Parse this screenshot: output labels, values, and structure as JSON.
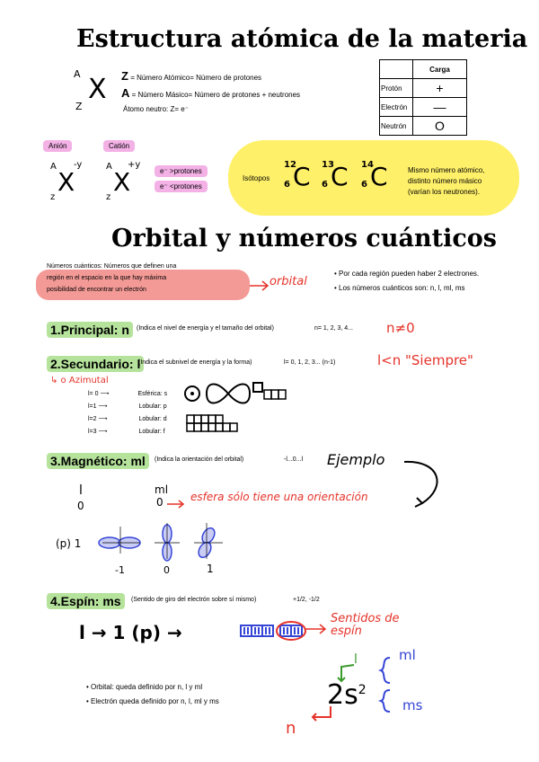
{
  "title1": "Estructura atómica de la materia",
  "notation": {
    "A": "A",
    "X": "X",
    "Z": "Z",
    "z_def": "= Número  Atómico= Número de protones",
    "a_def": "= Número Másico= Número de protones + neutrones",
    "neutral": "Átomo neutro: Z= e⁻"
  },
  "charge_table": {
    "header": "Carga",
    "rows": [
      {
        "particle": "Protón",
        "charge": "+"
      },
      {
        "particle": "Electrón",
        "charge": "—"
      },
      {
        "particle": "Neutrón",
        "charge": "O"
      }
    ]
  },
  "ions": {
    "anion_label": "Anión",
    "cation_label": "Catión",
    "anion_sup": "-y",
    "cation_sup": "+y",
    "e_gt": "e⁻ >protones",
    "e_lt": "e⁻ <protones"
  },
  "isotopes": {
    "label": "Isótopos",
    "items": [
      {
        "mass": "12",
        "z": "6",
        "symbol": "C"
      },
      {
        "mass": "13",
        "z": "6",
        "symbol": "C"
      },
      {
        "mass": "14",
        "z": "6",
        "symbol": "C"
      }
    ],
    "desc1": "Mismo número atómico,",
    "desc2": "distinto número másico",
    "desc3": "(varían los neutrones)."
  },
  "title2": "Orbital y números cuánticos",
  "qn_intro": {
    "line1": "Números cuánticos: Números que definen una",
    "line2": "región en el espacio en la que hay máxima",
    "line3": "posibilidad de encontrar un electrón",
    "orbital_note": "orbital",
    "bullet1": "Por cada región pueden haber 2 electrones.",
    "bullet2": "Los números cuánticos son: n, l, ml, ms"
  },
  "principal": {
    "title": "1.Principal: n",
    "desc": "(Indica el nivel de energía y el tamaño del orbital)",
    "values": "n= 1, 2, 3, 4...",
    "note": "n≠0"
  },
  "secundario": {
    "title": "2.Secundario: l",
    "desc": "(Indica el subnivel de energía y la forma)",
    "values": "l= 0, 1, 2, 3... (n-1)",
    "note": "l<n \"Siempre\"",
    "azimutal": "↳ o Azimutal",
    "rows": [
      {
        "l": "l= 0",
        "shape": "Esférica: s"
      },
      {
        "l": "l=1",
        "shape": "Lobular: p"
      },
      {
        "l": "l=2",
        "shape": "Lobular: d"
      },
      {
        "l": "l=3",
        "shape": "Lobular: f"
      }
    ]
  },
  "magnetico": {
    "title": "3.Magnético: ml",
    "desc": "(Indica la orientación del orbital)",
    "values": "-l...0...l",
    "example": "Ejemplo",
    "l_head": "l",
    "ml_head": "ml",
    "zero": "0",
    "note": "esfera sólo tiene una orientación",
    "p_label": "(p) 1",
    "p_vals": [
      "-1",
      "0",
      "1"
    ]
  },
  "espin": {
    "title": "4.Espín: ms",
    "desc": "(Sentido de giro del electrón sobre sí mismo)",
    "values": "+1/2, -1/2",
    "seq": "l → 1 (p) →",
    "note": "Sentidos de espín",
    "bullet1": "Orbital: queda definido por n, l y ml",
    "bullet2": "Electrón queda definido por n, l, ml y ms",
    "config": "2s",
    "config_exp": "2",
    "lbl_l": "l",
    "lbl_ml": "ml",
    "lbl_ms": "ms",
    "lbl_n": "n"
  },
  "colors": {
    "red": "#e5332a",
    "green": "#b6e39c",
    "pink": "#f3b1e6",
    "salmon": "#f39a96",
    "yellow": "#fff06a",
    "blue": "#3545d6"
  }
}
